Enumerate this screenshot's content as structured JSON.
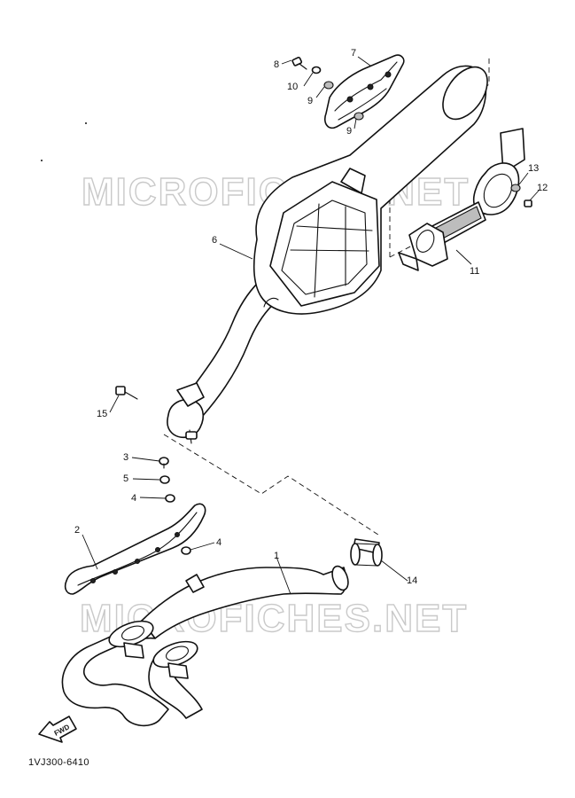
{
  "watermarks": [
    "MICROFICHES.NET",
    "MICROFICHES.NET"
  ],
  "diagram_code": "1VJ300-6410",
  "forward_label": "FWD",
  "callouts": [
    {
      "id": "1",
      "part": "exhaust-pipe"
    },
    {
      "id": "2",
      "part": "pipe-heat-protector"
    },
    {
      "id": "3",
      "part": "bolt"
    },
    {
      "id": "4",
      "part": "washer-upper"
    },
    {
      "id": "4",
      "part": "washer-lower"
    },
    {
      "id": "5",
      "part": "damper"
    },
    {
      "id": "6",
      "part": "muffler"
    },
    {
      "id": "7",
      "part": "muffler-protector"
    },
    {
      "id": "8",
      "part": "screw"
    },
    {
      "id": "9",
      "part": "nut-upper"
    },
    {
      "id": "9",
      "part": "nut-lower"
    },
    {
      "id": "10",
      "part": "washer"
    },
    {
      "id": "11",
      "part": "muffler-band"
    },
    {
      "id": "12",
      "part": "bolt-right"
    },
    {
      "id": "13",
      "part": "nut-right"
    },
    {
      "id": "14",
      "part": "gasket"
    },
    {
      "id": "15",
      "part": "clamp-bolt"
    }
  ]
}
